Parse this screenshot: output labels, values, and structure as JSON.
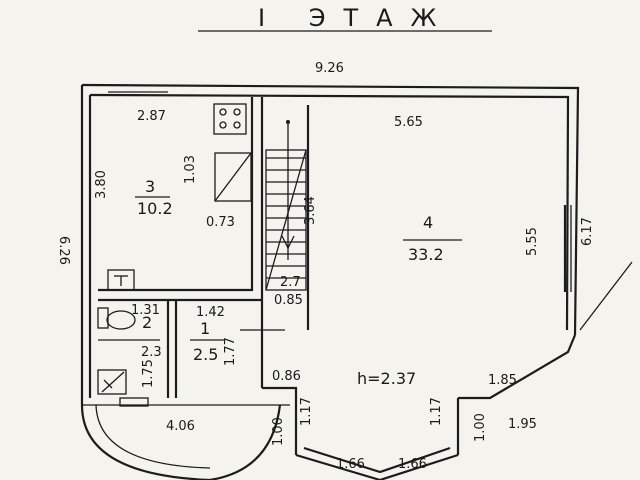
{
  "header": {
    "title": "I ЭТАЖ"
  },
  "rooms": [
    {
      "id": "3",
      "area": "10.2"
    },
    {
      "id": "4",
      "area": "33.2"
    },
    {
      "id": "2",
      "area": ""
    },
    {
      "id": "1",
      "area": "2.5"
    }
  ],
  "height_label": "h=2.37",
  "dimensions": {
    "overall_width": "9.26",
    "overall_depth": "6.26",
    "kitchen_width": "2.87",
    "kitchen_depth": "3.80",
    "hood_width": "1.03",
    "hood_depth": "0.73",
    "stair_length": "3.64",
    "stair_width": "2.7",
    "stair_offset": "0.85",
    "living_width": "5.65",
    "living_depth": "5.55",
    "east_wall": "6.17",
    "wc_width": "1.31",
    "wc_depth": "2.3",
    "bath_depth": "1.75",
    "hall_width": "1.42",
    "hall_depth": "1.77",
    "left_step": "0.86",
    "right_step": "1.85",
    "bay_left_return": "1.17",
    "bay_right_return": "1.17",
    "bay_left_chamfer": "1.00",
    "bay_right_chamfer": "1.00",
    "bay_left_face": "1.66",
    "bay_right_face": "1.66",
    "bay_right_offset": "1.95",
    "porch_width": "4.06"
  }
}
